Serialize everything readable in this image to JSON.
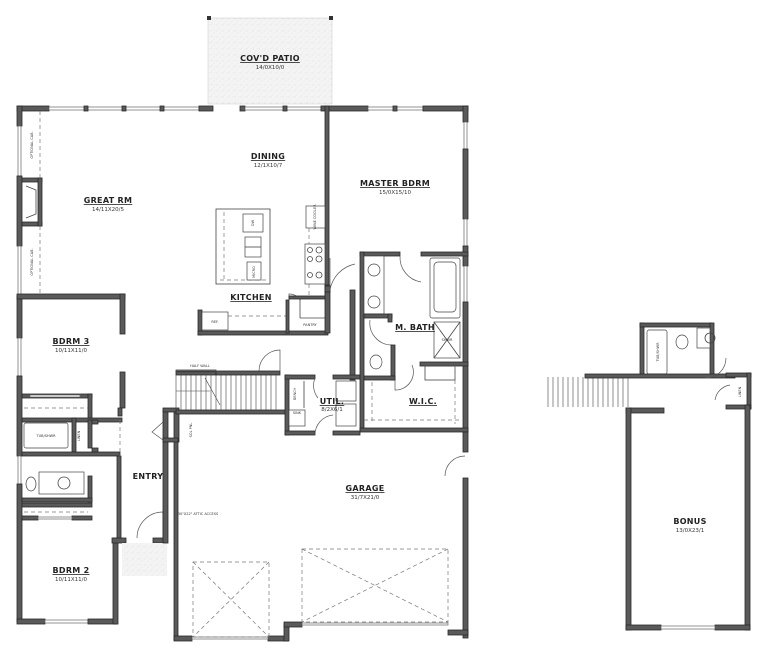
{
  "plan": {
    "main_floor": {
      "rooms": [
        {
          "name": "COV'D PATIO",
          "dims": "14/0X10/0"
        },
        {
          "name": "GREAT RM",
          "dims": "14/11X20/5"
        },
        {
          "name": "DINING",
          "dims": "12/1X10/7"
        },
        {
          "name": "MASTER BDRM",
          "dims": "15/0X15/10"
        },
        {
          "name": "KITCHEN",
          "dims": ""
        },
        {
          "name": "M. BATH",
          "dims": ""
        },
        {
          "name": "W.I.C.",
          "dims": ""
        },
        {
          "name": "BDRM 3",
          "dims": "10/11X11/0"
        },
        {
          "name": "BDRM 2",
          "dims": "10/11X11/0"
        },
        {
          "name": "ENTRY",
          "dims": ""
        },
        {
          "name": "UTIL.",
          "dims": "8/2X6/1"
        },
        {
          "name": "GARAGE",
          "dims": "31/7X21/0"
        }
      ],
      "labels": {
        "optional_cab_1": "OPTIONAL CAB.",
        "optional_cab_2": "OPTIONAL CAB.",
        "ref": "REF.",
        "pantry": "PANTRY",
        "dw": "DW",
        "wine_cooler": "WINE COOLER",
        "micro": "MICRO",
        "half_wall": "HALF WALL",
        "bench": "BENCH",
        "sink": "SINK",
        "lin_master": "LIN",
        "tub_shwr": "TUB/SHWR",
        "linen": "LINEN",
        "shwr": "SHWR",
        "sol_pnl": "SOL PNL",
        "attic_access": "30\"X22\" ATTIC ACCESS"
      }
    },
    "upper_floor": {
      "rooms": [
        {
          "name": "BONUS",
          "dims": "13/0X23/1"
        }
      ],
      "labels": {
        "tub_shwr": "TUB/SHWR",
        "linen": "LINEN"
      }
    }
  }
}
